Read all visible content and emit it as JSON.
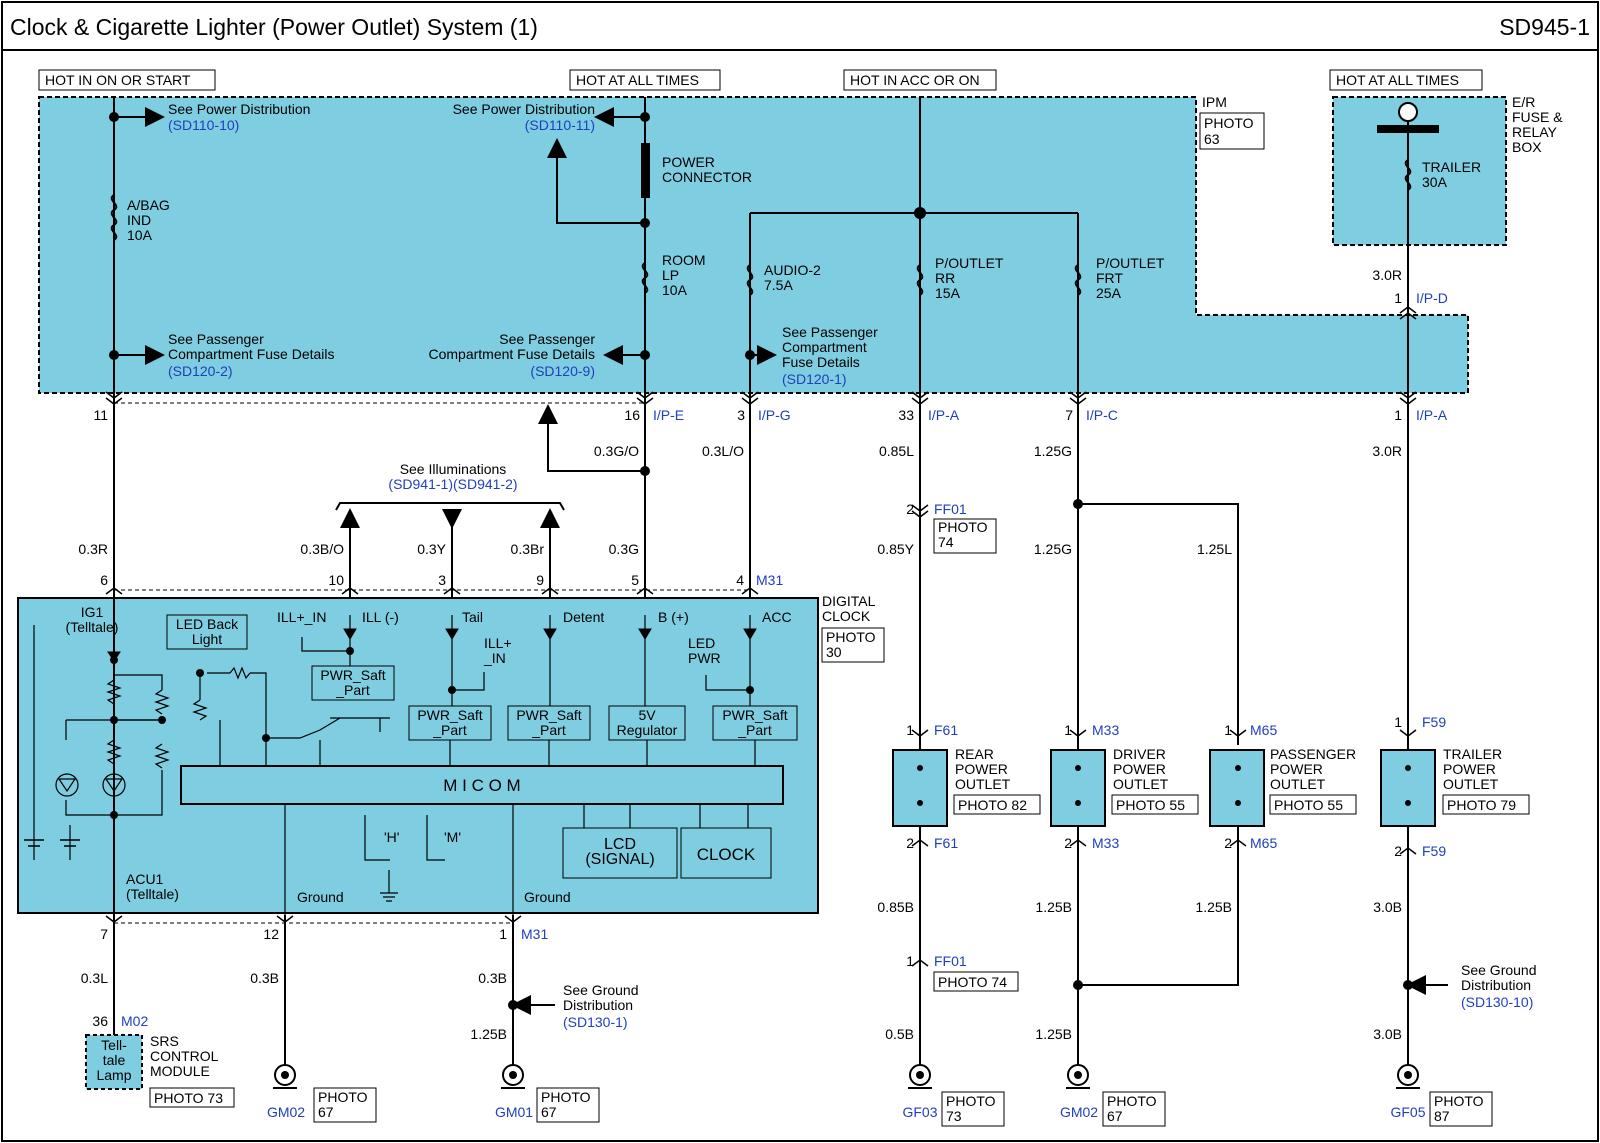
{
  "header": {
    "title": "Clock & Cigarette Lighter (Power Outlet) System (1)",
    "page_code": "SD945-1"
  },
  "colors": {
    "fill": "#7fcde0",
    "wire": "#000000",
    "link": "#1f3fbf"
  },
  "power_labels": {
    "hot_on_start": "HOT IN ON OR START",
    "hot_all_1": "HOT AT ALL TIMES",
    "hot_acc_on": "HOT IN ACC OR ON",
    "hot_all_2": "HOT AT ALL TIMES"
  },
  "ipm": {
    "name": "IPM",
    "photo": "PHOTO\n63"
  },
  "er_box": {
    "name": "E/R\nFUSE &\nRELAY\nBOX"
  },
  "fuses": {
    "abag": "A/BAG\nIND\n10A",
    "room": "ROOM\nLP\n10A",
    "audio": "AUDIO-2\n7.5A",
    "rr": "P/OUTLET\nRR\n15A",
    "frt": "P/OUTLET\nFRT\n25A",
    "trailer": "TRAILER\n30A"
  },
  "power_connector": "POWER\nCONNECTOR",
  "refs": {
    "pd1": {
      "text": "See Power Distribution",
      "link": "(SD110-10)"
    },
    "pd2": {
      "text": "See Power Distribution",
      "link": "(SD110-11)"
    },
    "pc1": {
      "text": "See Passenger\nCompartment Fuse Details",
      "link": "(SD120-2)"
    },
    "pc2": {
      "text": "See Passenger\nCompartment Fuse Details",
      "link": "(SD120-9)"
    },
    "pc3": {
      "text": "See Passenger\nCompartment\nFuse Details",
      "link": "(SD120-1)"
    },
    "illum": {
      "text": "See Illuminations",
      "link": "(SD941-1)(SD941-2)"
    },
    "gnd1": {
      "text": "See Ground\nDistribution",
      "link": "(SD130-1)"
    },
    "gnd2": {
      "text": "See Ground\nDistribution",
      "link": "(SD130-10)"
    }
  },
  "connectors": {
    "ipe": "I/P-E",
    "ipg": "I/P-G",
    "ipa": "I/P-A",
    "ipc": "I/P-C",
    "ipd": "I/P-D",
    "ff01": "FF01",
    "m31": "M31",
    "f61": "F61",
    "m33": "M33",
    "m65": "M65",
    "f59": "F59",
    "m02": "M02"
  },
  "pins": {
    "p11": "11",
    "p16": "16",
    "p3": "3",
    "p33": "33",
    "p7": "7",
    "p1a": "1",
    "p1b": "1",
    "ff2": "2",
    "ff1": "1",
    "c6": "6",
    "c10": "10",
    "c3": "3",
    "c9": "9",
    "c5": "5",
    "c4": "4",
    "g7": "7",
    "g12": "12",
    "g1": "1",
    "m02pin": "36",
    "o1a": "1",
    "o1b": "1",
    "o1c": "1",
    "o1d": "1",
    "o2a": "2",
    "o2b": "2",
    "o2c": "2",
    "o2d": "2"
  },
  "wires": {
    "w03R_top": "0.3R",
    "w03GO": "0.3G/O",
    "w03LO": "0.3L/O",
    "w085L": "0.85L",
    "w125G_top": "1.25G",
    "w30R_a": "3.0R",
    "w30R_b": "3.0R",
    "w03R": "0.3R",
    "w03BO": "0.3B/O",
    "w03Y": "0.3Y",
    "w03Br": "0.3Br",
    "w03G": "0.3G",
    "w085Y": "0.85Y",
    "w125G": "1.25G",
    "w125L": "1.25L",
    "w03L": "0.3L",
    "w03B_a": "0.3B",
    "w03B_b": "0.3B",
    "w125B_a": "1.25B",
    "w085B": "0.85B",
    "w125B_b": "1.25B",
    "w125B_c": "1.25B",
    "w30B_a": "3.0B",
    "w05B": "0.5B",
    "w125B_d": "1.25B",
    "w30B_b": "3.0B"
  },
  "clock": {
    "name": "DIGITAL\nCLOCK",
    "photo": "PHOTO\n30",
    "ig1": "IG1\n(Telltale)",
    "acu1": "ACU1\n(Telltale)",
    "led_back": "LED Back\nLight",
    "ill_plus": "ILL+_IN",
    "ill_minus": "ILL (-)",
    "pwr_saft": "PWR_Saft\n_Part",
    "tail": "Tail",
    "detent": "Detent",
    "bplus": "B (+)",
    "acc": "ACC",
    "ill_in2": "ILL+\n_IN",
    "led_pwr": "LED\nPWR",
    "reg": "5V\nRegulator",
    "micom": "M I C O M",
    "h": "'H'",
    "m": "'M'",
    "lcd": "LCD\n(SIGNAL)",
    "clockbox": "CLOCK",
    "ground": "Ground"
  },
  "ff01_photo": "PHOTO\n74",
  "ff01_photo2": "PHOTO 74",
  "outlets": {
    "rear": {
      "name": "REAR\nPOWER\nOUTLET",
      "photo": "PHOTO 82"
    },
    "driver": {
      "name": "DRIVER\nPOWER\nOUTLET",
      "photo": "PHOTO 55"
    },
    "pass": {
      "name": "PASSENGER\nPOWER\nOUTLET",
      "photo": "PHOTO 55"
    },
    "trailer": {
      "name": "TRAILER\nPOWER\nOUTLET",
      "photo": "PHOTO 79"
    }
  },
  "srs": {
    "lamp": "Tell-\ntale\nLamp",
    "name": "SRS\nCONTROL\nMODULE",
    "photo": "PHOTO 73"
  },
  "grounds": {
    "gm02a": {
      "name": "GM02",
      "photo": "PHOTO\n67"
    },
    "gm01": {
      "name": "GM01",
      "photo": "PHOTO\n67"
    },
    "gf03": {
      "name": "GF03",
      "photo": "PHOTO\n73"
    },
    "gm02b": {
      "name": "GM02",
      "photo": "PHOTO\n67"
    },
    "gf05": {
      "name": "GF05",
      "photo": "PHOTO\n87"
    }
  }
}
